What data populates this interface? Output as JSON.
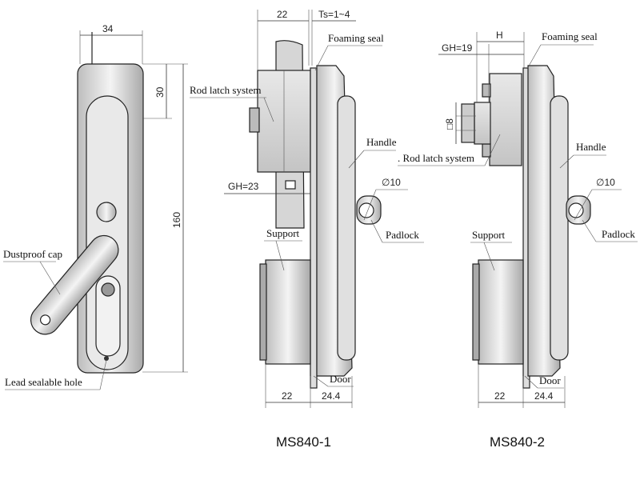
{
  "left_view": {
    "dim_width": "34",
    "dim_top": "30",
    "dim_height": "160",
    "dustproof_cap": "Dustproof cap",
    "lead_sealable_hole": "Lead sealable hole"
  },
  "ms840_1": {
    "dim_22_top": "22",
    "dim_ts": "Ts=1~4",
    "foaming_seal": "Foaming seal",
    "rod_latch_system": "Rod latch system",
    "handle": "Handle",
    "dim_gh": "GH=23",
    "dim_diameter": "∅10",
    "padlock": "Padlock",
    "support": "Support",
    "door": "Door",
    "dim_22_bottom": "22",
    "dim_24_4": "24.4",
    "caption": "MS840-1"
  },
  "ms840_2": {
    "dim_h": "H",
    "dim_gh": "GH=19",
    "foaming_seal": "Foaming seal",
    "dim_square": "□8",
    "rod_latch_system": ". Rod latch system",
    "handle": "Handle",
    "dim_diameter": "∅10",
    "padlock": "Padlock",
    "support": "Support",
    "door": "Door",
    "dim_22_bottom": "22",
    "dim_24_4": "24.4",
    "caption": "MS840-2"
  }
}
